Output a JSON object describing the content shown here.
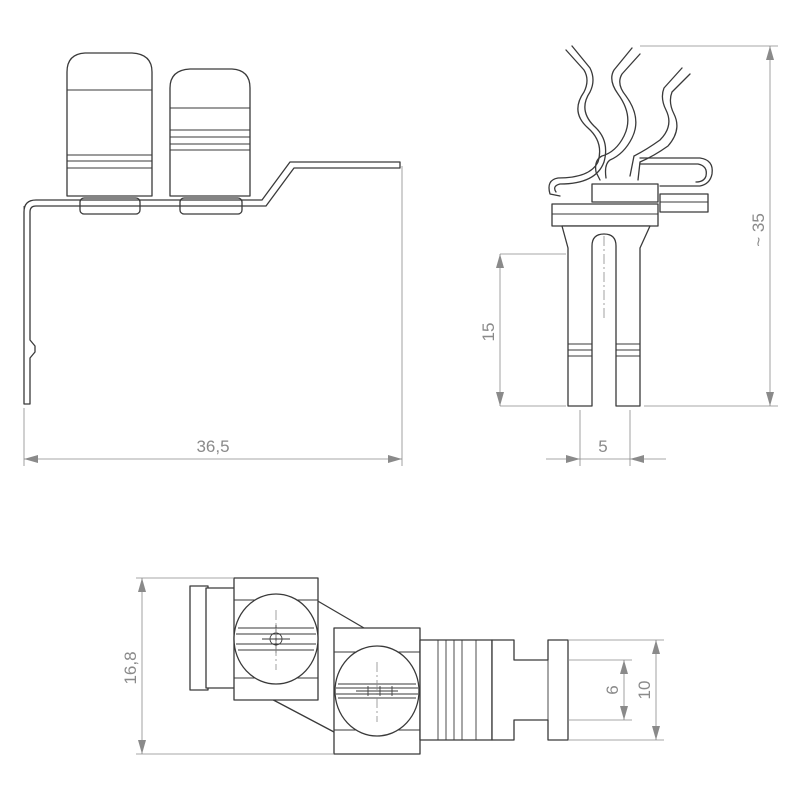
{
  "dimensions": {
    "width_front": "36,5",
    "pin_length": "15",
    "pin_spacing": "5",
    "height_total": "~ 35",
    "width_top": "16,8",
    "contact_outer": "10",
    "contact_inner": "6"
  }
}
